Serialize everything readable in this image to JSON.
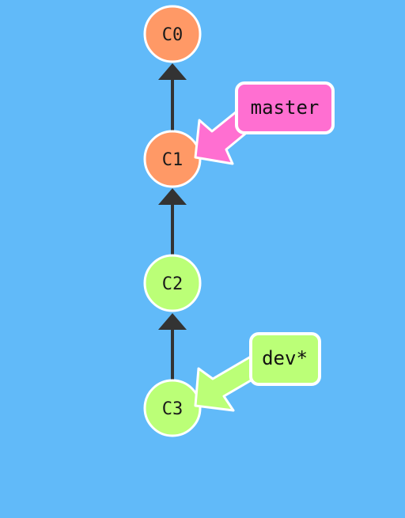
{
  "colors": {
    "background": "#61baf9",
    "commit_merged": "#ff9966",
    "commit_branch": "#bbff77",
    "branch_master": "#ff6fd1",
    "branch_dev": "#bbff77",
    "edge": "#333333",
    "outline": "#ffffff"
  },
  "commits": [
    {
      "id": "c0",
      "label": "C0"
    },
    {
      "id": "c1",
      "label": "C1"
    },
    {
      "id": "c2",
      "label": "C2"
    },
    {
      "id": "c3",
      "label": "C3"
    }
  ],
  "branches": [
    {
      "id": "master",
      "label": "master",
      "target": "C1"
    },
    {
      "id": "dev",
      "label": "dev*",
      "target": "C3",
      "checked_out": true
    }
  ]
}
